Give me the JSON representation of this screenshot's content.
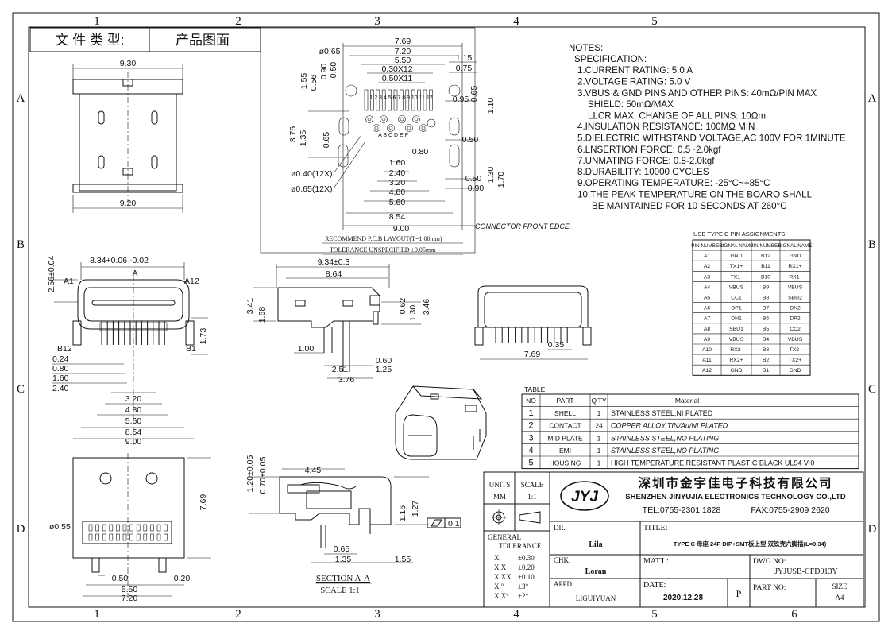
{
  "sheet": {
    "doc_type_label": "文 件 类 型:",
    "doc_type_value": "产品图面",
    "zones_top": [
      "1",
      "2",
      "3",
      "4",
      "5"
    ],
    "zones_bottom": [
      "1",
      "2",
      "3",
      "4",
      "5",
      "6"
    ],
    "zones_left": [
      "A",
      "B",
      "C",
      "D"
    ],
    "zones_right": [
      "A",
      "B",
      "C",
      "D"
    ]
  },
  "pcb": {
    "dims_top": [
      "7.69",
      "7.20",
      "5.50",
      "0.30X12",
      "0.50X11"
    ],
    "dims_right_top": [
      "1.15",
      "0.75",
      "0.95",
      "0.65"
    ],
    "dims_left": [
      "ø0.65",
      "1.55",
      "0.56",
      "0.90",
      "0.50"
    ],
    "dims_left_mid": [
      "3.76",
      "1.35",
      "0.65"
    ],
    "dims_right_mid": [
      "1.10",
      "0.80",
      "0.50",
      "0.50",
      "0.90",
      "1.30",
      "1.70"
    ],
    "dims_bottom": [
      "0.80",
      "1.60",
      "2.40",
      "3.20",
      "4.80",
      "5.60",
      "8.54",
      "9.00"
    ],
    "hole_labels": [
      "ø0.40(12X)",
      "ø0.65(12X)"
    ],
    "pin_numbers": "1 2 3 4 5 6 7 8 9 10 11 12",
    "lower_pin_labels": "A B C D E F",
    "front_edge_label": "CONNECTOR FRONT EDCE",
    "layout_caption": "RECOMMEND P.C.B LAYOUT(T=1.00mm)",
    "tolerance_caption": "TOLERANCE UNSPECIFIED ±0.05mm"
  },
  "notes": {
    "heading": "NOTES:",
    "subheading": "SPECIFICATION:",
    "lines": [
      "1.CURRENT RATING: 5.0 A",
      "2.VOLTAGE RATING: 5.0 V",
      "3.VBUS & GND PINS AND OTHER PINS: 40mΩ/PIN MAX",
      "SHIELD: 50mΩ/MAX",
      "LLCR MAX. CHANGE OF ALL PINS: 10Ωm",
      "4.INSULATION RESISTANCE:  100MΩ MIN",
      "5.DIELECTRIC WITHSTAND VOLTAGE,AC 100V FOR 1MINUTE",
      "6.LNSERTION FORCE: 0.5~2.0kgf",
      "7.UNMATING FORCE: 0.8-2.0kgf",
      "8.DURABILITY: 10000 CYCLES",
      "9.OPERATING TEMPERATURE: -25°C~+85°C",
      "10.THE PEAK TEMPERATURE ON THE BOARO SHALL",
      "BE MAINTAINED FOR 10 SECONDS AT 260°C"
    ]
  },
  "pin_table": {
    "title": "USB TYPE C PIN ASSIGNMENTS",
    "headers": [
      "PIN NUMBER",
      "SIGNAL NAME",
      "PIN NUMBER",
      "SIGNAL NAME"
    ],
    "rows": [
      [
        "A1",
        "GND",
        "B12",
        "GND"
      ],
      [
        "A2",
        "TX1+",
        "B11",
        "RX1+"
      ],
      [
        "A3",
        "TX1-",
        "B10",
        "RX1-"
      ],
      [
        "A4",
        "VBUS",
        "B9",
        "VBUS"
      ],
      [
        "A5",
        "CC1",
        "B8",
        "SBU2"
      ],
      [
        "A6",
        "DP1",
        "B7",
        "DN2"
      ],
      [
        "A7",
        "DN1",
        "B6",
        "DP2"
      ],
      [
        "A8",
        "SBU1",
        "B5",
        "CC2"
      ],
      [
        "A9",
        "VBUS",
        "B4",
        "VBUS"
      ],
      [
        "A10",
        "RX2-",
        "B3",
        "TX2-"
      ],
      [
        "A11",
        "RX2+",
        "B2",
        "TX2+"
      ],
      [
        "A12",
        "GND",
        "B1",
        "GND"
      ]
    ]
  },
  "bom": {
    "title": "TABLE:",
    "headers": [
      "NO",
      "PART",
      "Q'TY",
      "Material"
    ],
    "rows": [
      [
        "1",
        "SHELL",
        "1",
        "STAINLESS  STEEL,NI  PLATED"
      ],
      [
        "2",
        "CONTACT",
        "24",
        "COPPER  ALLOY,TIN/Au/NI  PLATED"
      ],
      [
        "3",
        "MID PLATE",
        "1",
        "STAINLESS  STEEL,NO  PLATING"
      ],
      [
        "4",
        "EMI",
        "1",
        "STAINLESS  STEEL,NO  PLATING"
      ],
      [
        "5",
        "HOUSING",
        "1",
        "HIGH  TEMPERATURE  RESISTANT  PLASTIC  BLACK  UL94  V-0"
      ]
    ]
  },
  "top_view": {
    "dims": [
      "9.30",
      "9.20"
    ]
  },
  "front_view": {
    "dims_top": [
      "8.34+0.06 -0.02",
      "A"
    ],
    "dims_side": [
      "2.56±0.04",
      "1.73"
    ],
    "pin_labels": [
      "A1",
      "A12",
      "B12",
      "B1"
    ],
    "dims_bottom": [
      "0.24",
      "0.80",
      "1.60",
      "2.40",
      "3.20",
      "4.80",
      "5.60",
      "8.54",
      "9.00"
    ]
  },
  "side_view": {
    "dims": [
      "9.34±0.3",
      "8.64",
      "3.41",
      "1.68",
      "0.62",
      "1.30",
      "3.46",
      "1.00",
      "0.60",
      "2.51",
      "1.25",
      "3.76"
    ]
  },
  "rear_view": {
    "dims": [
      "0.35",
      "7.69"
    ]
  },
  "bottom_view": {
    "dims": [
      "7.69",
      "ø0.55",
      "0.50",
      "0.20",
      "5.50",
      "7.20"
    ]
  },
  "section": {
    "dims": [
      "1.20±0.05",
      "0.70±0.05",
      "4.45",
      "1.27",
      "1.16",
      "0.65",
      "1.35",
      "1.55"
    ],
    "flatness": "0.1",
    "title": "SECTION A-A",
    "scale": "SCALE 1:1"
  },
  "title_block": {
    "units_label": "UNITS",
    "units_value": "MM",
    "scale_label": "SCALE",
    "scale_value": "1:1",
    "logo_text": "JYJ",
    "company_cn": "深圳市金宇佳电子科技有限公司",
    "company_en": "SHENZHEN JINYUJIA ELECTRONICS TECHNOLOGY CO.,LTD",
    "tel": "TEL:0755-2301 1828",
    "fax": "FAX:0755-2909 2620",
    "general_tol_1": "GENERAL",
    "general_tol_2": "TOLERANCE",
    "tol_rows": [
      [
        "X.",
        "±0.30"
      ],
      [
        "X.X",
        "±0.20"
      ],
      [
        "X.XX",
        "±0.10"
      ],
      [
        "X.°",
        "±3°"
      ],
      [
        "X.X°",
        "±2°"
      ]
    ],
    "dr_label": "DR.",
    "dr_value": "Lila",
    "chk_label": "CHK.",
    "chk_value": "Loran",
    "appd_label": "APPD.",
    "appd_value": "LIGUIYUAN",
    "title_label": "TITLE:",
    "title_value": "TYPE C 母座 24P DIP+SMT板上型 双铁壳六脚插(L=9.34)",
    "mat_label": "MAT'L:",
    "dwg_label": "DWG NO:",
    "dwg_value": "JYJUSB-CFD013Y",
    "date_label": "DATE:",
    "date_value": "2020.12.28",
    "p_label": "P",
    "part_label": "PART NO:",
    "size_label": "SIZE",
    "size_value": "A4"
  }
}
